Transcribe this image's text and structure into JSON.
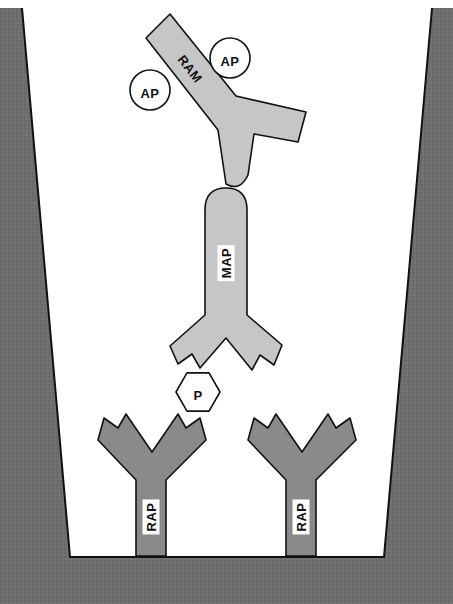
{
  "diagram": {
    "nodes": [
      {
        "text": [
          "RAM"
        ]
      },
      {
        "text": [
          "AP"
        ]
      },
      {
        "text": [
          "AP"
        ]
      },
      {
        "text": [
          "MAP"
        ]
      },
      {
        "text": [
          "P"
        ]
      },
      {
        "text": [
          "RAP"
        ]
      },
      {
        "text": [
          "RAP"
        ]
      }
    ]
  }
}
